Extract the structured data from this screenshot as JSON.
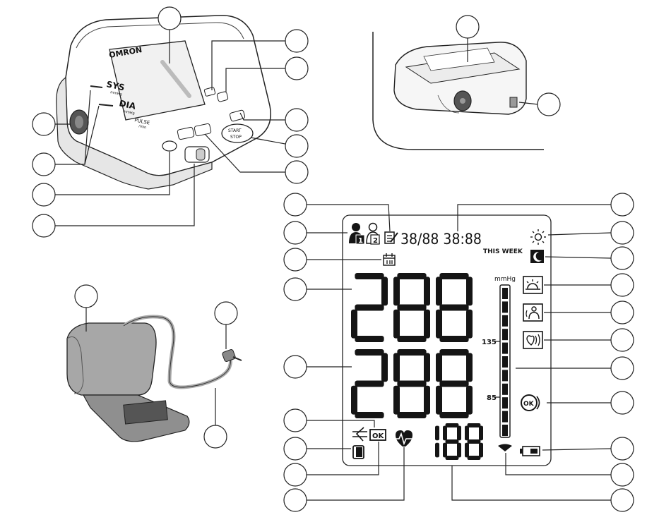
{
  "monitor": {
    "brand": "OMRON",
    "sys_label": "SYS",
    "sys_unit": "mmHg",
    "dia_label": "DIA",
    "dia_unit": "mmHg",
    "pulse_label": "PULSE",
    "pulse_unit": "/min",
    "start_label": "START",
    "stop_label": "STOP"
  },
  "display": {
    "user1": "1",
    "user2": "2",
    "date_time": "38/88 38:88",
    "this_week": "THIS WEEK",
    "unit": "mmHg",
    "scale_high": "135",
    "scale_low": "85",
    "sys_digits": "288",
    "dia_digits": "288",
    "pulse_digits": "188",
    "ok_small": "OK",
    "ok_large": "OK"
  },
  "colors": {
    "ink": "#151515",
    "cuff_gray": "#9a9a9a",
    "cuff_dark": "#555555"
  },
  "icons": [
    "user-1-icon",
    "user-2-icon",
    "memo-icon",
    "calendar-icon",
    "sun-icon",
    "moon-icon",
    "morning-icon",
    "movement-icon",
    "irregular-heartbeat-icon",
    "ok-indicator-icon",
    "battery-icon",
    "air-plug-icon",
    "heart-icon",
    "cuff-wrap-icon",
    "triangle-marker-icon"
  ]
}
